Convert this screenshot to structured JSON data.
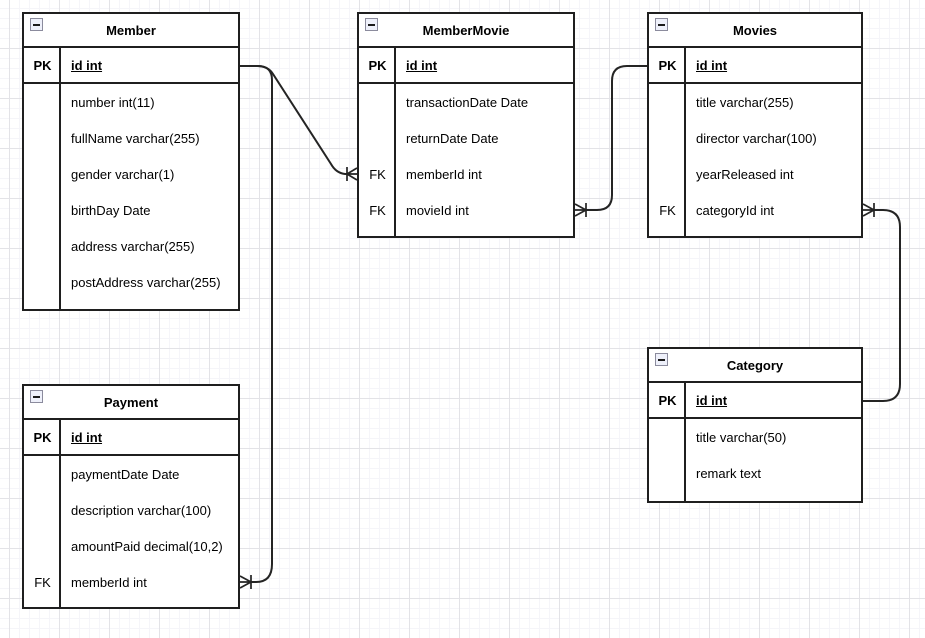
{
  "diagram": {
    "title_note": "database entity-relationship diagram",
    "colors": {
      "background": "#ffffff",
      "grid_major": "#e3e3e7",
      "grid_minor": "#f5f5f9",
      "table_border": "#1f1f1f",
      "text": "#000000",
      "collapse_fill": "#eef0fa",
      "collapse_border": "#8b8b9d"
    },
    "icons": {
      "collapse": "minus-box"
    },
    "tables": [
      {
        "name": "Member",
        "rows": [
          {
            "key": "PK",
            "field": "id int"
          },
          {
            "key": "",
            "field": "number int(11)"
          },
          {
            "key": "",
            "field": "fullName varchar(255)"
          },
          {
            "key": "",
            "field": "gender varchar(1)"
          },
          {
            "key": "",
            "field": "birthDay Date"
          },
          {
            "key": "",
            "field": "address varchar(255)"
          },
          {
            "key": "",
            "field": "postAddress varchar(255)"
          }
        ]
      },
      {
        "name": "MemberMovie",
        "rows": [
          {
            "key": "PK",
            "field": "id int"
          },
          {
            "key": "",
            "field": "transactionDate Date"
          },
          {
            "key": "",
            "field": "returnDate Date"
          },
          {
            "key": "FK",
            "field": "memberId int"
          },
          {
            "key": "FK",
            "field": "movieId int"
          }
        ]
      },
      {
        "name": "Movies",
        "rows": [
          {
            "key": "PK",
            "field": "id int"
          },
          {
            "key": "",
            "field": "title varchar(255)"
          },
          {
            "key": "",
            "field": "director varchar(100)"
          },
          {
            "key": "",
            "field": "yearReleased int"
          },
          {
            "key": "FK",
            "field": "categoryId int"
          }
        ]
      },
      {
        "name": "Category",
        "rows": [
          {
            "key": "PK",
            "field": "id int"
          },
          {
            "key": "",
            "field": "title varchar(50)"
          },
          {
            "key": "",
            "field": "remark text"
          }
        ]
      },
      {
        "name": "Payment",
        "rows": [
          {
            "key": "PK",
            "field": "id int"
          },
          {
            "key": "",
            "field": "paymentDate Date"
          },
          {
            "key": "",
            "field": "description varchar(100)"
          },
          {
            "key": "",
            "field": "amountPaid decimal(10,2)"
          },
          {
            "key": "FK",
            "field": "memberId int"
          }
        ]
      }
    ],
    "relations": [
      {
        "one": "Member.id",
        "many": "MemberMovie.memberId",
        "cardinality": "1:N"
      },
      {
        "one": "Member.id",
        "many": "Payment.memberId",
        "cardinality": "1:N"
      },
      {
        "one": "Movies.id",
        "many": "MemberMovie.movieId",
        "cardinality": "1:N"
      },
      {
        "one": "Category.id",
        "many": "Movies.categoryId",
        "cardinality": "1:N"
      }
    ]
  }
}
